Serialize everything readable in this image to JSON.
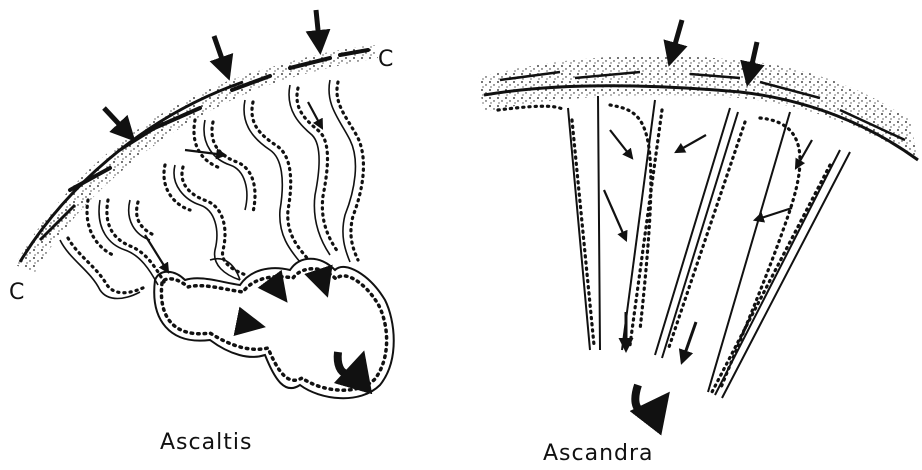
{
  "figure": {
    "left_panel": {
      "caption": "Ascaltis",
      "label_top": "C",
      "label_bottom": "C"
    },
    "right_panel": {
      "caption": "Ascandra"
    }
  },
  "colors": {
    "ink": "#111111",
    "paper": "#ffffff"
  }
}
